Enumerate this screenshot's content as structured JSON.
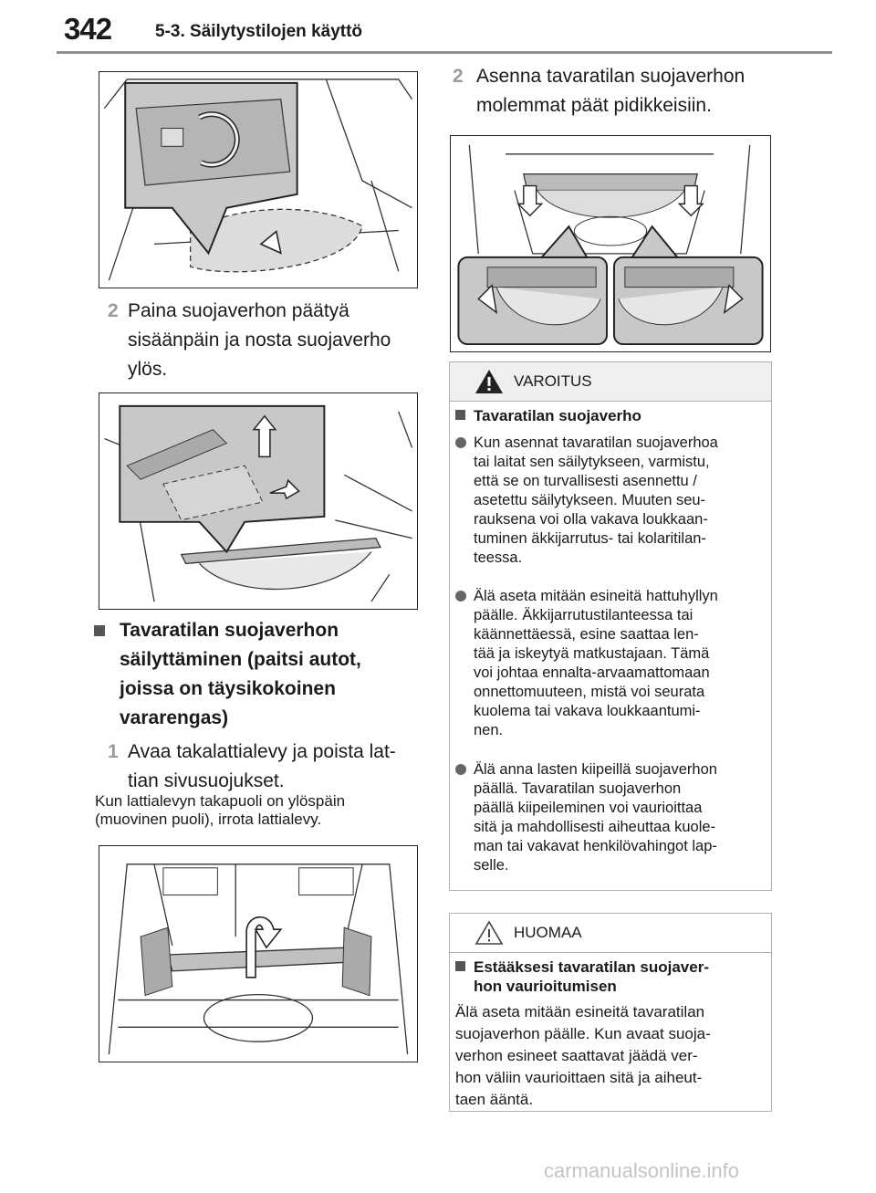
{
  "header": {
    "page_number": "342",
    "section": "5-3. Säilytystilojen käyttö"
  },
  "left": {
    "step2_num": "2",
    "step2_lines": [
      "Paina suojaverhon päätyä",
      "sisäänpäin ja nosta suojaverho",
      "ylös."
    ],
    "subsection_lines": [
      "Tavaratilan suojaverhon",
      "säilyttäminen (paitsi autot,",
      "joissa on täysikokoinen",
      "vararengas)"
    ],
    "step1_num": "1",
    "step1_lines": [
      "Avaa takalattialevy ja poista lat-",
      "tian sivusuojukset."
    ],
    "note_lines": [
      "Kun lattialevyn takapuoli on ylöspäin",
      "(muovinen puoli), irrota lattialevy."
    ]
  },
  "right": {
    "step2_num": "2",
    "step2_lines": [
      "Asenna tavaratilan suojaverhon",
      "molemmat päät pidikkeisiin."
    ]
  },
  "warning": {
    "title": "VAROITUS",
    "heading": "Tavaratilan suojaverho",
    "items": [
      [
        "Kun asennat tavaratilan suojaverhoa",
        "tai laitat sen säilytykseen, varmistu,",
        "että se on turvallisesti asennettu /",
        "asetettu säilytykseen. Muuten seu-",
        "rauksena voi olla vakava loukkaan-",
        "tuminen äkkijarrutus- tai kolaritilan-",
        "teessa."
      ],
      [
        "Älä aseta mitään esineitä hattuhyllyn",
        "päälle. Äkkijarrutustilanteessa tai",
        "käännettäessä, esine saattaa len-",
        "tää ja iskeytyä matkustajaan. Tämä",
        "voi johtaa ennalta-arvaamattomaan",
        "onnettomuuteen, mistä voi seurata",
        "kuolema tai vakava loukkaantumi-",
        "nen."
      ],
      [
        "Älä anna lasten kiipeillä suojaverhon",
        "päällä. Tavaratilan suojaverhon",
        "päällä kiipeileminen voi vaurioittaa",
        "sitä ja mahdollisesti aiheuttaa kuole-",
        "man tai vakavat henkilövahingot lap-",
        "selle."
      ]
    ]
  },
  "notice": {
    "title": "HUOMAA",
    "heading_lines": [
      "Estääksesi tavaratilan suojaver-",
      "hon vaurioitumisen"
    ],
    "body_lines": [
      "Älä aseta mitään esineitä tavaratilan",
      "suojaverhon päälle. Kun avaat suoja-",
      "verhon esineet saattavat jäädä ver-",
      "hon väliin vaurioittaen sitä ja aiheut-",
      "taen ääntä."
    ]
  },
  "watermark": "carmanualsonline.info",
  "colors": {
    "callout_gray": "#c8c8c8",
    "warning_header_bg": "#efefef",
    "step_number": "#999999"
  },
  "icons": [
    "warning-triangle-icon",
    "caution-triangle-outline-icon"
  ]
}
